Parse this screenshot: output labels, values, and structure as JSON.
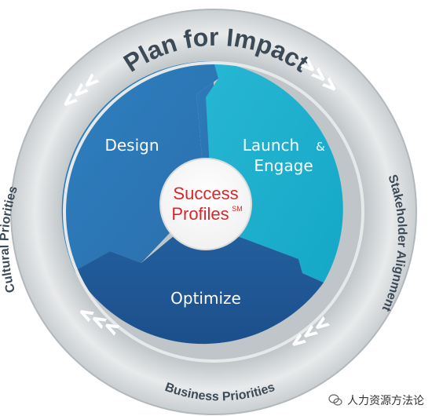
{
  "diagram": {
    "title": "Plan for Impact",
    "left_label": "Cultural Priorities",
    "right_label": "Stakeholder Alignment",
    "bottom_label": "Business Priorities",
    "segments": {
      "design": "Design",
      "launch_line1": "Launch",
      "launch_amp": "&",
      "launch_line2": "Engage",
      "optimize": "Optimize"
    },
    "center": {
      "line1": "Success",
      "line2": "Profiles",
      "mark": "SM"
    },
    "arrows": "<<<",
    "colors": {
      "design": "#2e78b8",
      "launch": "#1fb0cf",
      "optimize": "#1f5a98",
      "center_text": "#d9262c",
      "ring": "#d8dcdd",
      "ring_text": "#3c4a57"
    }
  },
  "watermark": {
    "text": "人力资源方法论",
    "icon": "wechat-icon"
  }
}
